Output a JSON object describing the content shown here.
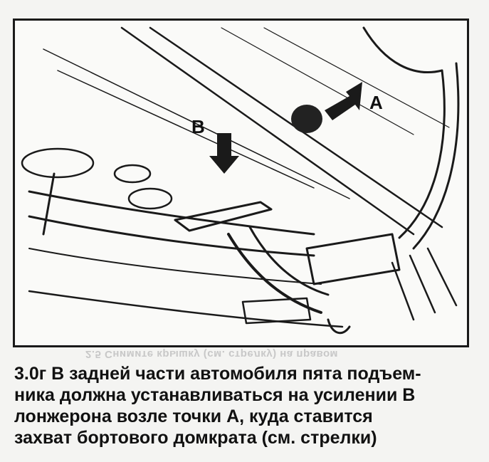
{
  "figure": {
    "label_a": "A",
    "label_b": "B"
  },
  "bleed_text": "2.5 Снимите крышку (см. стрелку) на правом",
  "caption": {
    "number": "3.0г",
    "lines": [
      " В задней части автомобиля пята подъем-",
      "ника должна устанавливаться на усилении В",
      "лонжерона возле точки А, куда ставится",
      "захват бортового домкрата (см. стрелки)"
    ]
  }
}
